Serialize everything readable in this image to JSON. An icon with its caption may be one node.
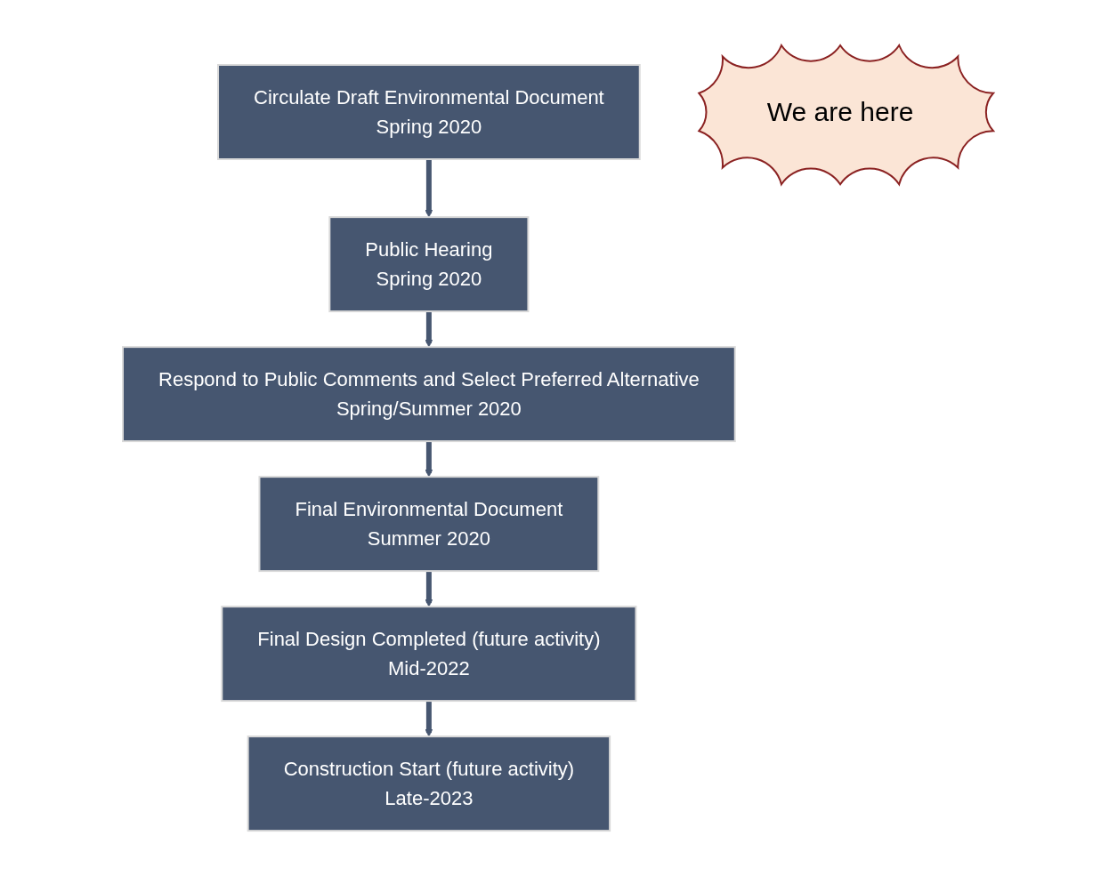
{
  "diagram": {
    "nodes": [
      {
        "text": [
          "Circulate Draft Environmental Document",
          "Spring 2020"
        ]
      },
      {
        "text": [
          "Public Hearing",
          "Spring 2020"
        ]
      },
      {
        "text": [
          "Respond to Public Comments and Select Preferred Alternative",
          "Spring/Summer 2020"
        ]
      },
      {
        "text": [
          "Final Environmental Document",
          "Summer 2020"
        ]
      },
      {
        "text": [
          "Final Design Completed (future activity)",
          "Mid-2022"
        ]
      },
      {
        "text": [
          "Construction Start (future activity)",
          "Late-2023"
        ]
      },
      {
        "text": [
          "We are here"
        ]
      }
    ],
    "edges": [
      {
        "from": 0,
        "to": 1,
        "arrow": "to"
      },
      {
        "from": 1,
        "to": 2,
        "arrow": "to"
      },
      {
        "from": 2,
        "to": 3,
        "arrow": "to"
      },
      {
        "from": 3,
        "to": 4,
        "arrow": "to"
      },
      {
        "from": 4,
        "to": 5,
        "arrow": "to"
      }
    ]
  }
}
